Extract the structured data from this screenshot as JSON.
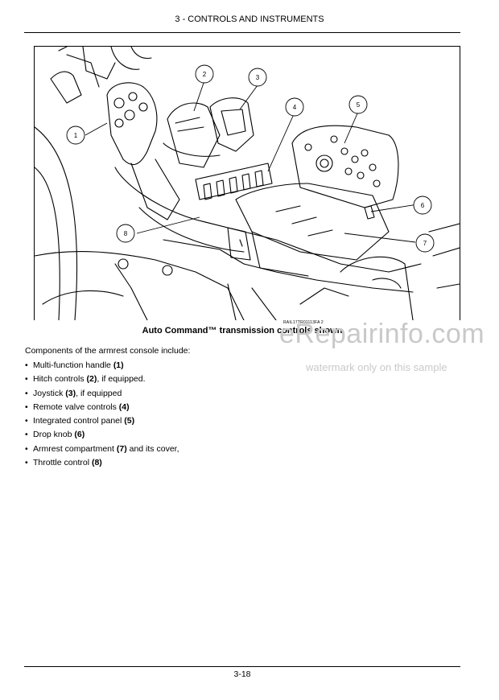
{
  "header": {
    "section_title": "3 - CONTROLS AND INSTRUMENTS"
  },
  "figure": {
    "reference": "RAIL17TR01113FA 2",
    "callouts": [
      "1",
      "2",
      "3",
      "4",
      "5",
      "6",
      "7",
      "8"
    ]
  },
  "caption": "Auto Command™ transmission controls shown",
  "intro": "Components of the armrest console include:",
  "components": [
    {
      "bullet": "•",
      "text": "Multi-function handle ",
      "num": "(1)",
      "tail": ""
    },
    {
      "bullet": "•",
      "text": "Hitch controls ",
      "num": "(2)",
      "tail": ", if equipped."
    },
    {
      "bullet": "•",
      "text": "Joystick ",
      "num": "(3)",
      "tail": ", if equipped"
    },
    {
      "bullet": "•",
      "text": "Remote valve controls ",
      "num": "(4)",
      "tail": ""
    },
    {
      "bullet": "•",
      "text": "Integrated control panel ",
      "num": "(5)",
      "tail": ""
    },
    {
      "bullet": "•",
      "text": "Drop knob ",
      "num": "(6)",
      "tail": ""
    },
    {
      "bullet": "•",
      "text": "Armrest compartment ",
      "num": "(7)",
      "tail": " and its cover,"
    },
    {
      "bullet": "•",
      "text": "Throttle control ",
      "num": "(8)",
      "tail": ""
    }
  ],
  "footer": {
    "page_number": "3-18"
  },
  "watermark": {
    "main": "eRepairinfo.com",
    "sub": "watermark only on this sample"
  }
}
